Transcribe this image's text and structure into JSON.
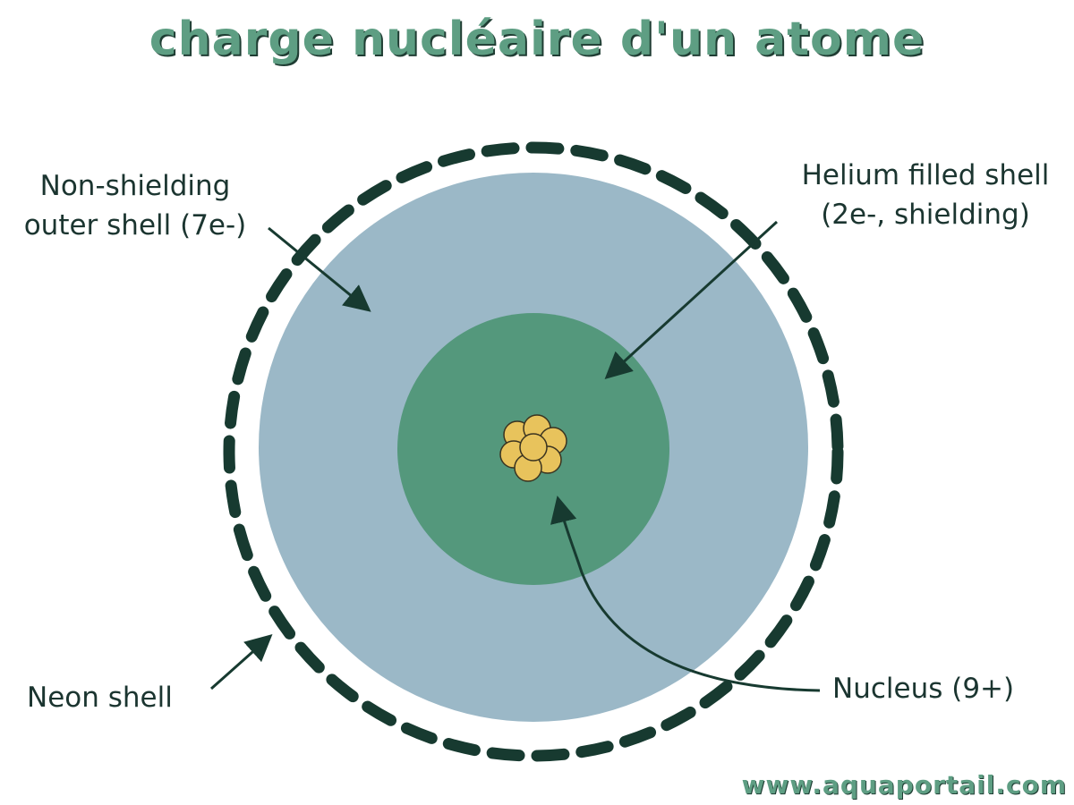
{
  "title": "charge nucléaire d'un atome",
  "labels": {
    "outer_shell": [
      "Non-shielding",
      "outer shell (7e-)"
    ],
    "helium_shell": [
      "Helium filled shell",
      "(2e-, shielding)"
    ],
    "neon_shell": "Neon shell",
    "nucleus": "Nucleus (9+)"
  },
  "watermark": "www.aquaportail.com",
  "colors": {
    "outer_shell": "#9bb8c7",
    "inner_shell": "#54987c",
    "nucleus": "#e8c35c",
    "dashed_ring": "#173a30",
    "arrow": "#173a30",
    "text": "#1b3530",
    "title": "#5e9e83"
  }
}
